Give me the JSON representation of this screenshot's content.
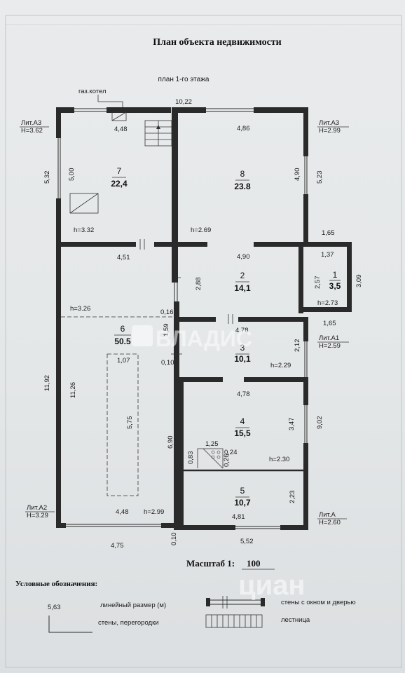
{
  "title": "План объекта недвижимости",
  "floor_label": "план 1-го этажа",
  "boiler_label": "газ.котел",
  "overall_width": "10,22",
  "rooms": [
    {
      "id": "7",
      "area": "22,4",
      "height": "h=3.32",
      "width": "4,48",
      "depth": "5,00"
    },
    {
      "id": "8",
      "area": "23.8",
      "height": "h=2.69",
      "width": "4,86",
      "depth": "4,90"
    },
    {
      "id": "2",
      "area": "14,1",
      "width": "4,90",
      "depth": "2,88"
    },
    {
      "id": "1",
      "area": "3,5",
      "height": "h=2.73",
      "width": "1,37",
      "depth": "2,57"
    },
    {
      "id": "6",
      "area": "50.5",
      "height": "h=3.26",
      "width": "4,51",
      "depth": "11,26"
    },
    {
      "id": "3",
      "area": "10,1",
      "height": "h=2.29",
      "width": "4.78",
      "depth": "2,12"
    },
    {
      "id": "4",
      "area": "15,5",
      "height": "h=2.30",
      "width": "4,78",
      "depth": "3,47"
    },
    {
      "id": "5",
      "area": "10,7",
      "height": "h=2.99",
      "width": "4,81",
      "depth": "2,23"
    }
  ],
  "liters": [
    {
      "name": "Лит.А3",
      "height": "H=3.62"
    },
    {
      "name": "Лит.А3",
      "height": "H=2.99"
    },
    {
      "name": "Лит.А1",
      "height": "H=2.59"
    },
    {
      "name": "Лит.А2",
      "height": "H=3.29"
    },
    {
      "name": "Лит.А",
      "height": "H=2.60"
    }
  ],
  "dims": {
    "left_upper": "5,32",
    "left_full": "11,92",
    "right_upper": "5,23",
    "right_lower": "9,02",
    "ext_top": "1,65",
    "ext_side": "3,09",
    "ext_bottom": "1,65",
    "bottom_left": "4,75",
    "bottom_inner": "4,48",
    "bottom_right": "5,52",
    "mid_a": "0,16",
    "mid_b": "1,59",
    "mid_c": "0,10",
    "mid_d": "0,10",
    "inner_vert": "6,90",
    "stair_w": "1,25",
    "stair_a": "0,83",
    "stair_b": "0,24",
    "stair_c": "0,26",
    "dashed_w": "1,07",
    "dashed_l": "5,75"
  },
  "scale": {
    "label": "Масштаб 1:",
    "value": "100"
  },
  "legend": {
    "title": "Условные обозначения:",
    "sample_value": "5,63",
    "linear": "линейный размер (м)",
    "walls": "стены, перегородки",
    "window_door": "стены с окном и дверью",
    "stairs": "лестница"
  },
  "watermarks": {
    "vladis": "ВЛАДИС",
    "cian": "циан"
  }
}
